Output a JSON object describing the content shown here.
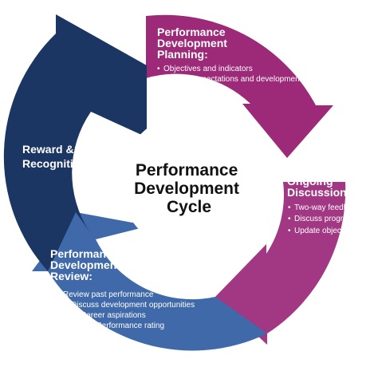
{
  "center": {
    "lines": [
      "Performance",
      "Development",
      "Cycle"
    ]
  },
  "stages": {
    "planning": {
      "title_lines": [
        "Performance",
        "Development",
        "Planning:"
      ],
      "bullets": [
        "Objectives and indicators",
        "Discuss expectations and development needs"
      ],
      "color": "#9c2a78"
    },
    "ongoing": {
      "title_lines": [
        "Ongoing",
        "Discussion:"
      ],
      "bullets": [
        "Two-way feedback",
        "Discuss progress",
        "Update objectives"
      ],
      "color": "#a23884"
    },
    "review": {
      "title_lines": [
        "Performance",
        "Development",
        "Review:"
      ],
      "bullets": [
        "Review past performance",
        "Discuss development opportunities",
        "Career aspirations",
        "Performance rating"
      ],
      "color": "#3f69a8"
    },
    "reward": {
      "title_lines": [
        "Reward &",
        "Recognition"
      ],
      "color": "#1c3664"
    }
  },
  "bullet_glyph": "•"
}
